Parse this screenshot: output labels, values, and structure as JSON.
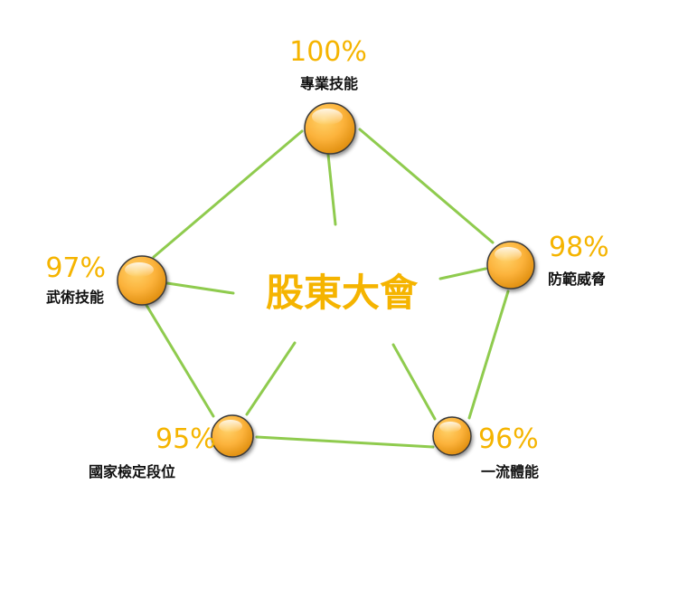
{
  "diagram": {
    "center_title": "股東大會",
    "nodes": [
      {
        "id": "top",
        "percent": "100%",
        "label": "專業技能"
      },
      {
        "id": "right",
        "percent": "98%",
        "label": "防範威脅"
      },
      {
        "id": "bottom-right",
        "percent": "96%",
        "label": "一流體能"
      },
      {
        "id": "bottom-left",
        "percent": "95%",
        "label": "國家檢定段位"
      },
      {
        "id": "left",
        "percent": "97%",
        "label": "武術技能"
      }
    ]
  },
  "colors": {
    "accent": "#f5b400",
    "line": "#8fcb4e",
    "node_fill": "#fcb33c",
    "label_text": "#111111"
  }
}
